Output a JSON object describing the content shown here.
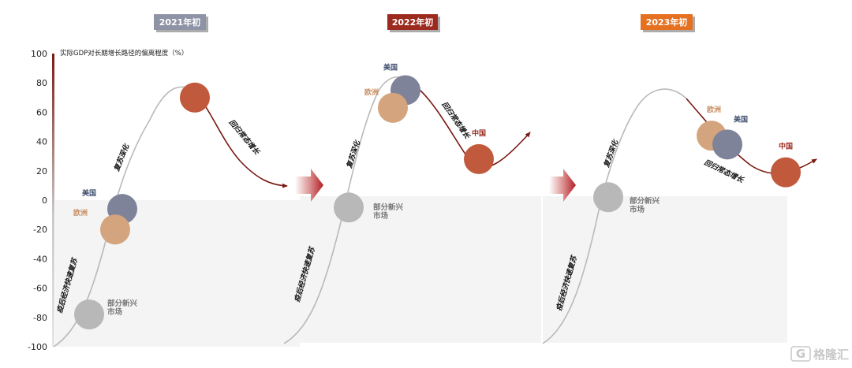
{
  "chart_data": {
    "type": "scatter",
    "ylabel": "实际GDP对长期增长路径的偏离程度（%）",
    "ylim": [
      -100,
      100
    ],
    "yticks": [
      100,
      80,
      60,
      40,
      20,
      0,
      -20,
      -40,
      -60,
      -80,
      -100
    ],
    "grid": false,
    "panels": [
      {
        "header": "2021年初",
        "header_color": "#8e94a6",
        "points": [
          {
            "name": "中国",
            "y": 70,
            "color": "#c15a3c"
          },
          {
            "name": "美国",
            "y": -6,
            "color": "#7e8399"
          },
          {
            "name": "欧洲",
            "y": -20,
            "color": "#d3a47d"
          },
          {
            "name": "部分新兴市场",
            "y": -78,
            "color": "#b8b8b8"
          }
        ],
        "annotations": [
          "复苏深化",
          "回归常态增长",
          "疫后经济快速复苏"
        ]
      },
      {
        "header": "2022年初",
        "header_color": "#9c2a1e",
        "points": [
          {
            "name": "美国",
            "y": 75,
            "color": "#7e8399"
          },
          {
            "name": "欧洲",
            "y": 63,
            "color": "#d3a47d"
          },
          {
            "name": "中国",
            "y": 28,
            "color": "#c15a3c"
          },
          {
            "name": "部分新兴市场",
            "y": -5,
            "color": "#b8b8b8"
          }
        ],
        "annotations": [
          "复苏深化",
          "回归常态增长",
          "疫后经济快速复苏"
        ]
      },
      {
        "header": "2023年初",
        "header_color": "#e5701f",
        "points": [
          {
            "name": "欧洲",
            "y": 44,
            "color": "#d3a47d"
          },
          {
            "name": "美国",
            "y": 38,
            "color": "#7e8399"
          },
          {
            "name": "中国",
            "y": 19,
            "color": "#c15a3c"
          },
          {
            "name": "部分新兴市场",
            "y": 2,
            "color": "#b8b8b8"
          }
        ],
        "annotations": [
          "复苏深化",
          "回归常态增长",
          "疫后经济快速复苏"
        ]
      }
    ]
  },
  "labels": {
    "market_line1": "部分新兴",
    "market_line2": "市场",
    "watermark": "格隆汇"
  },
  "colors": {
    "gray_line": "#b9b9b9",
    "red_line": "#7a1a12",
    "arrow_red": "#b01e23"
  }
}
